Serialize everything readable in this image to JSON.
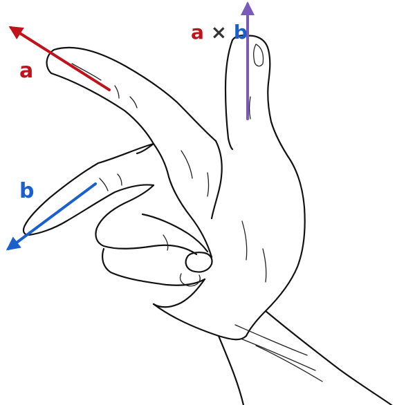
{
  "labels": {
    "a": "a",
    "b": "b",
    "cross_a": "a",
    "cross_op": "×",
    "cross_b": "b"
  },
  "colors": {
    "a": "#c0121a",
    "b": "#1a5fcc",
    "cross": "#7a5cb8",
    "operator": "#333333"
  }
}
